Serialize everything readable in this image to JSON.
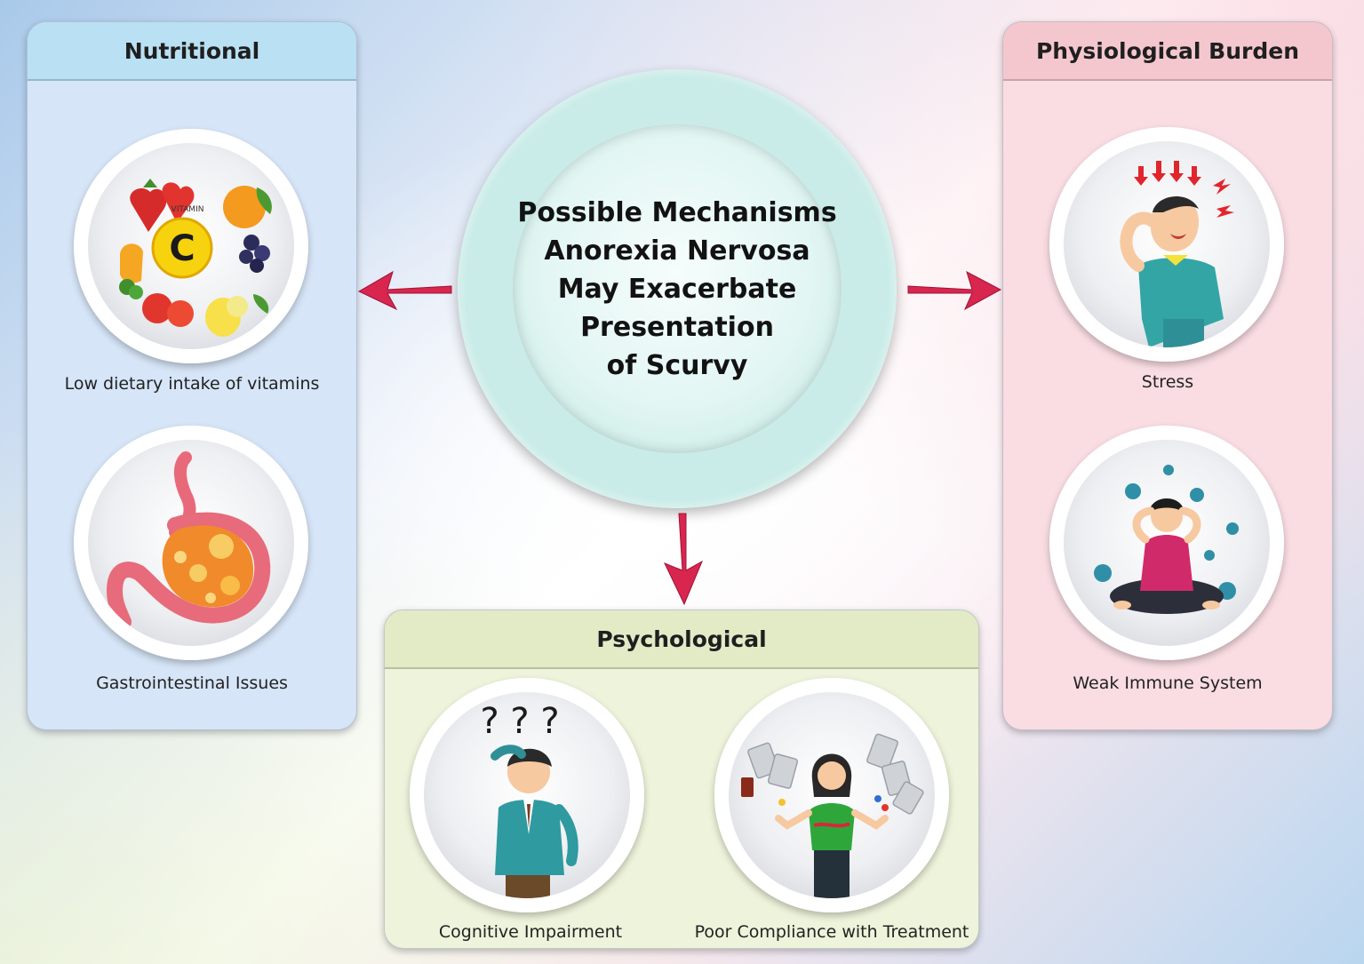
{
  "center": {
    "title_lines": [
      "Possible Mechanisms",
      "Anorexia Nervosa",
      "May Exacerbate",
      "Presentation",
      "of Scurvy"
    ]
  },
  "nutritional": {
    "title": "Nutritional",
    "items": [
      {
        "caption": "Low dietary intake of vitamins",
        "vitamin_text": "VITAMIN",
        "vitamin_letter": "C"
      },
      {
        "caption": "Gastrointestinal Issues"
      }
    ]
  },
  "physiological": {
    "title": "Physiological Burden",
    "items": [
      {
        "caption": "Stress"
      },
      {
        "caption": "Weak Immune System"
      }
    ]
  },
  "psychological": {
    "title": "Psychological",
    "items": [
      {
        "caption": "Cognitive Impairment",
        "glyph": "? ? ?"
      },
      {
        "caption": "Poor Compliance with Treatment"
      }
    ]
  },
  "colors": {
    "arrow": "#d8264f",
    "ring": "#2f9c9a",
    "nutritional_header": "#b9e0f3",
    "physiological_header": "#f4c7cf",
    "psychological_header": "#e3eac6"
  }
}
